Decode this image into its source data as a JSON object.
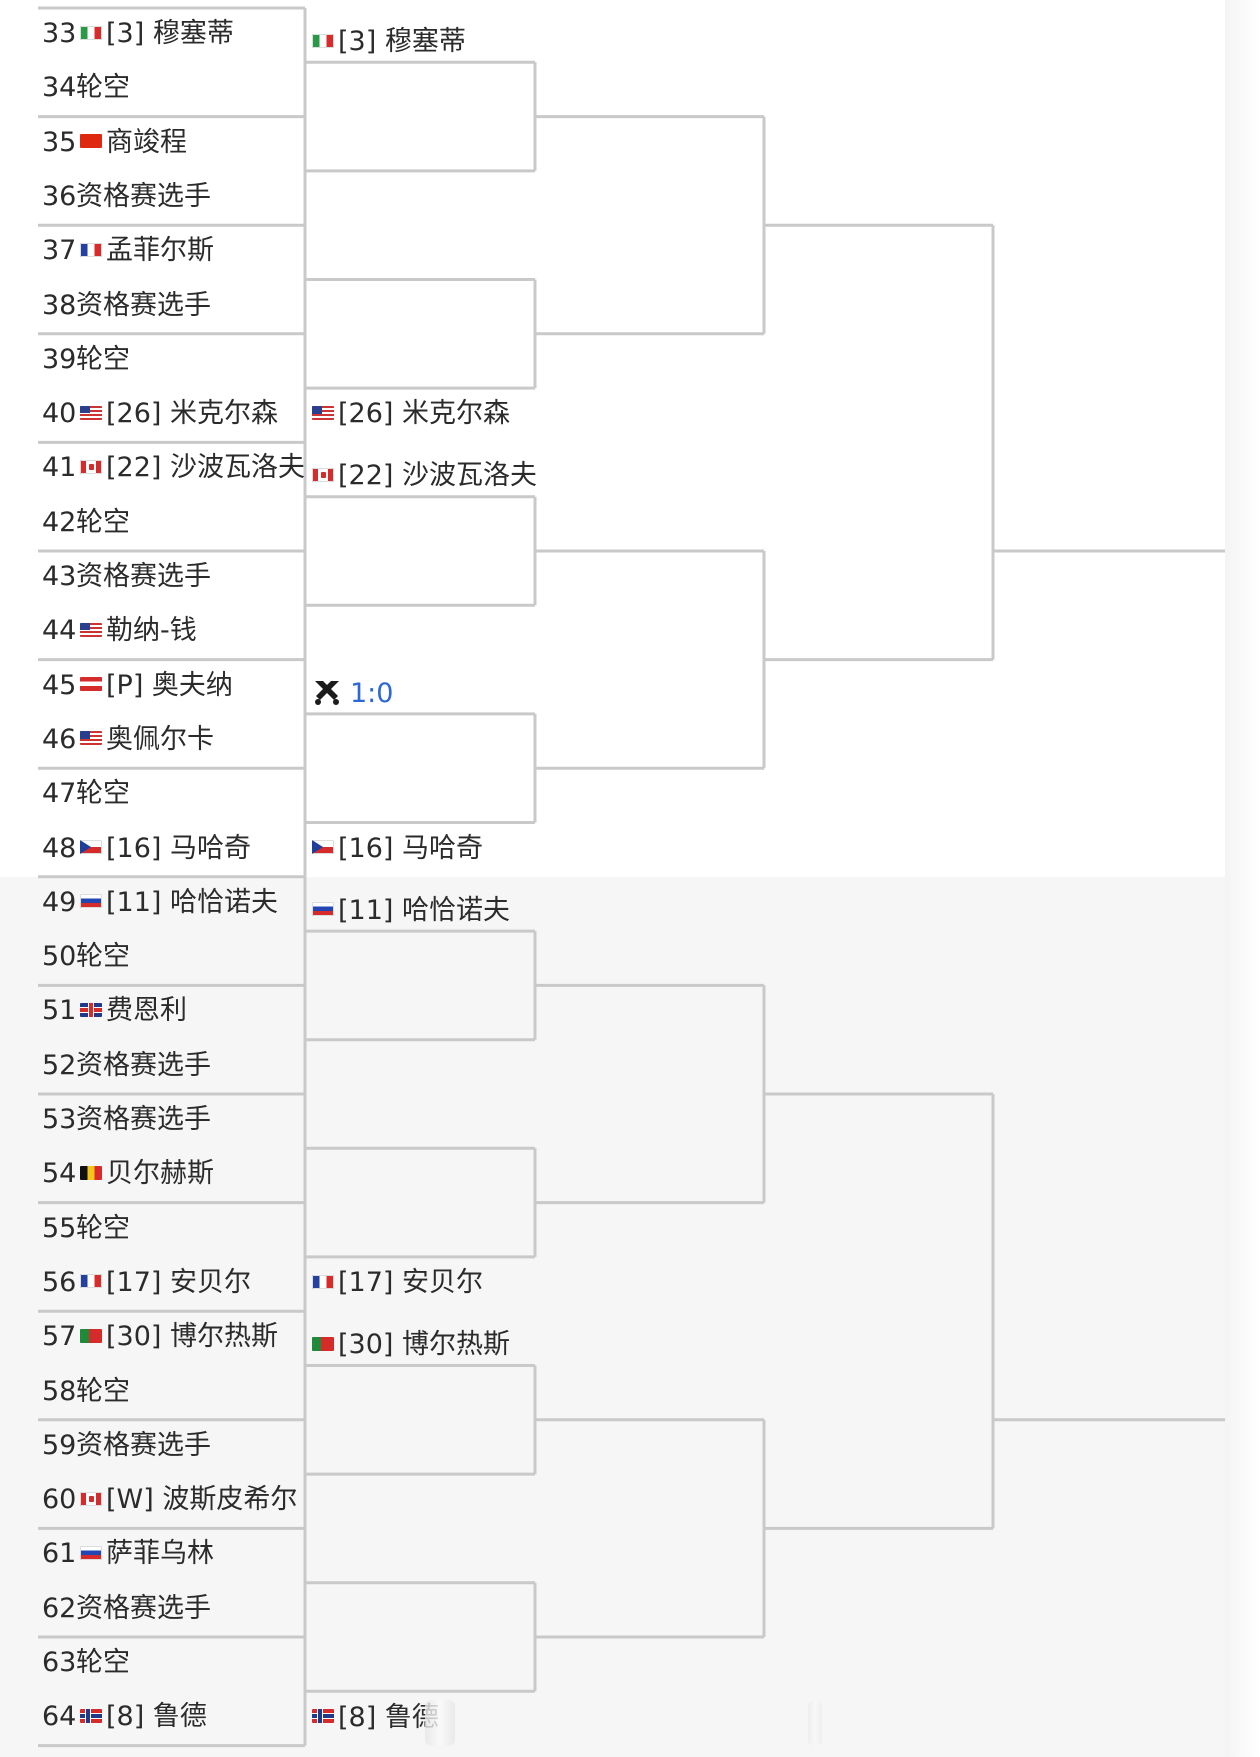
{
  "round1": [
    {
      "num": "33",
      "flag": "it",
      "name": "[3] 穆塞蒂"
    },
    {
      "num": "34",
      "flag": "",
      "name": "轮空"
    },
    {
      "num": "35",
      "flag": "cn",
      "name": "商竣程"
    },
    {
      "num": "36",
      "flag": "",
      "name": "资格赛选手"
    },
    {
      "num": "37",
      "flag": "fr",
      "name": "孟菲尔斯"
    },
    {
      "num": "38",
      "flag": "",
      "name": "资格赛选手"
    },
    {
      "num": "39",
      "flag": "",
      "name": "轮空"
    },
    {
      "num": "40",
      "flag": "us",
      "name": "[26] 米克尔森"
    },
    {
      "num": "41",
      "flag": "ca",
      "name": "[22] 沙波瓦洛夫"
    },
    {
      "num": "42",
      "flag": "",
      "name": "轮空"
    },
    {
      "num": "43",
      "flag": "",
      "name": "资格赛选手"
    },
    {
      "num": "44",
      "flag": "us",
      "name": "勒纳-钱"
    },
    {
      "num": "45",
      "flag": "at",
      "name": "[P] 奥夫纳"
    },
    {
      "num": "46",
      "flag": "us",
      "name": "奥佩尔卡"
    },
    {
      "num": "47",
      "flag": "",
      "name": "轮空"
    },
    {
      "num": "48",
      "flag": "cz",
      "name": "[16] 马哈奇"
    },
    {
      "num": "49",
      "flag": "ru",
      "name": "[11] 哈恰诺夫"
    },
    {
      "num": "50",
      "flag": "",
      "name": "轮空"
    },
    {
      "num": "51",
      "flag": "gb",
      "name": "费恩利"
    },
    {
      "num": "52",
      "flag": "",
      "name": "资格赛选手"
    },
    {
      "num": "53",
      "flag": "",
      "name": "资格赛选手"
    },
    {
      "num": "54",
      "flag": "be",
      "name": "贝尔赫斯"
    },
    {
      "num": "55",
      "flag": "",
      "name": "轮空"
    },
    {
      "num": "56",
      "flag": "fr",
      "name": "[17] 安贝尔"
    },
    {
      "num": "57",
      "flag": "pt",
      "name": "[30] 博尔热斯"
    },
    {
      "num": "58",
      "flag": "",
      "name": "轮空"
    },
    {
      "num": "59",
      "flag": "",
      "name": "资格赛选手"
    },
    {
      "num": "60",
      "flag": "ca",
      "name": "[W] 波斯皮希尔"
    },
    {
      "num": "61",
      "flag": "ru",
      "name": "萨菲乌林"
    },
    {
      "num": "62",
      "flag": "",
      "name": "资格赛选手"
    },
    {
      "num": "63",
      "flag": "",
      "name": "轮空"
    },
    {
      "num": "64",
      "flag": "no",
      "name": "[8] 鲁德"
    }
  ],
  "round2": [
    {
      "flag": "it",
      "name": "[3] 穆塞蒂"
    },
    {
      "flag": "",
      "name": ""
    },
    {
      "flag": "",
      "name": ""
    },
    {
      "flag": "us",
      "name": "[26] 米克尔森"
    },
    {
      "flag": "ca",
      "name": "[22] 沙波瓦洛夫"
    },
    {
      "flag": "",
      "name": ""
    },
    {
      "flag": "",
      "name": "",
      "live": true,
      "score": "1:0"
    },
    {
      "flag": "cz",
      "name": "[16] 马哈奇"
    },
    {
      "flag": "ru",
      "name": "[11] 哈恰诺夫"
    },
    {
      "flag": "",
      "name": ""
    },
    {
      "flag": "",
      "name": ""
    },
    {
      "flag": "fr",
      "name": "[17] 安贝尔"
    },
    {
      "flag": "pt",
      "name": "[30] 博尔热斯"
    },
    {
      "flag": "",
      "name": ""
    },
    {
      "flag": "",
      "name": ""
    },
    {
      "flag": "no",
      "name": "[8] 鲁德"
    }
  ],
  "icons": {
    "live_match": "crossed-rackets-icon"
  },
  "colors": {
    "line": "#c9c9c9",
    "score": "#2c67d6",
    "text": "#2b2b2b"
  }
}
